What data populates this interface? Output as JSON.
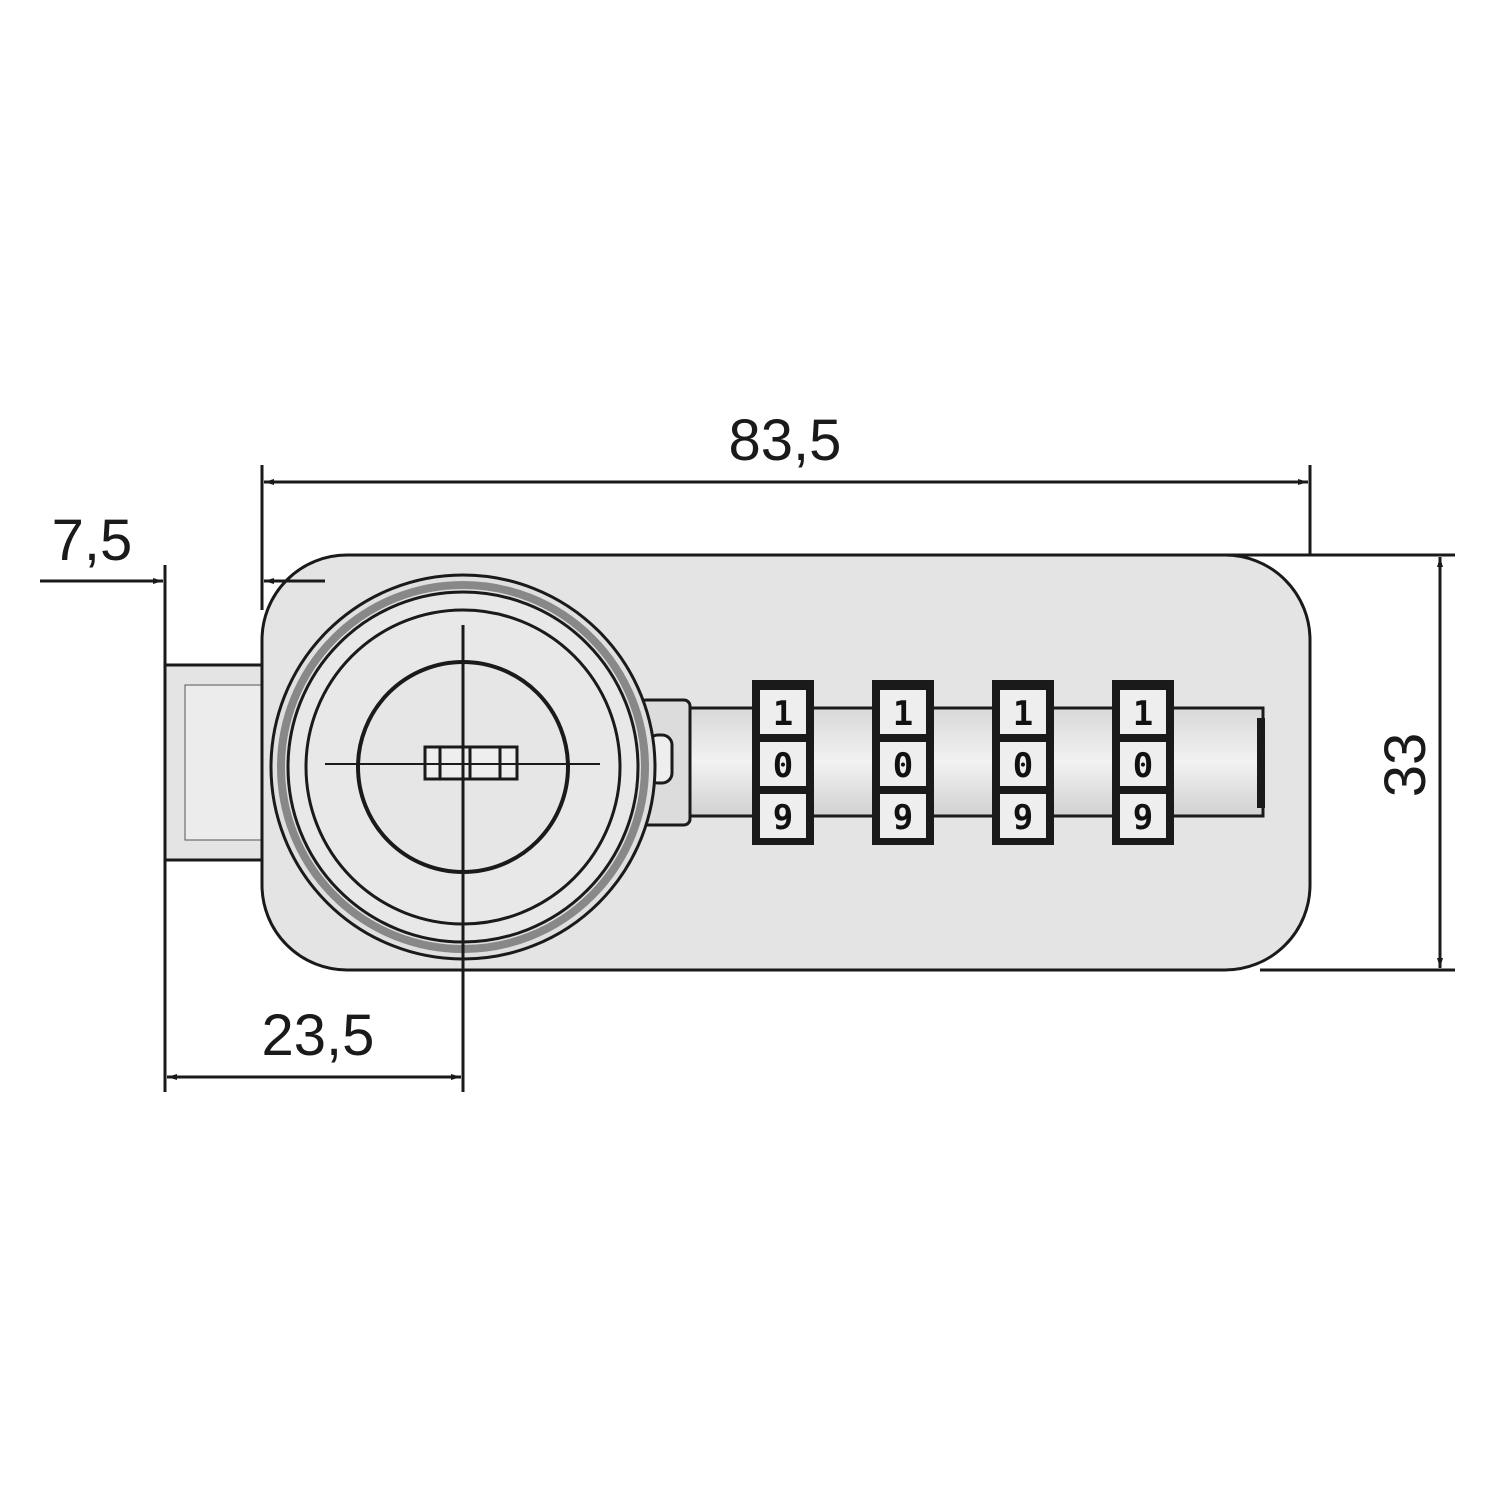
{
  "dimensions": {
    "overall_length": "83,5",
    "latch_offset": "7,5",
    "center_offset": "23,5",
    "height": "33"
  },
  "wheels": [
    {
      "top": "1",
      "middle": "0",
      "bottom": "9"
    },
    {
      "top": "1",
      "middle": "0",
      "bottom": "9"
    },
    {
      "top": "1",
      "middle": "0",
      "bottom": "9"
    },
    {
      "top": "1",
      "middle": "0",
      "bottom": "9"
    }
  ],
  "colors": {
    "body": "#e4e4e4",
    "line": "#1a1a1a",
    "background": "#ffffff"
  }
}
